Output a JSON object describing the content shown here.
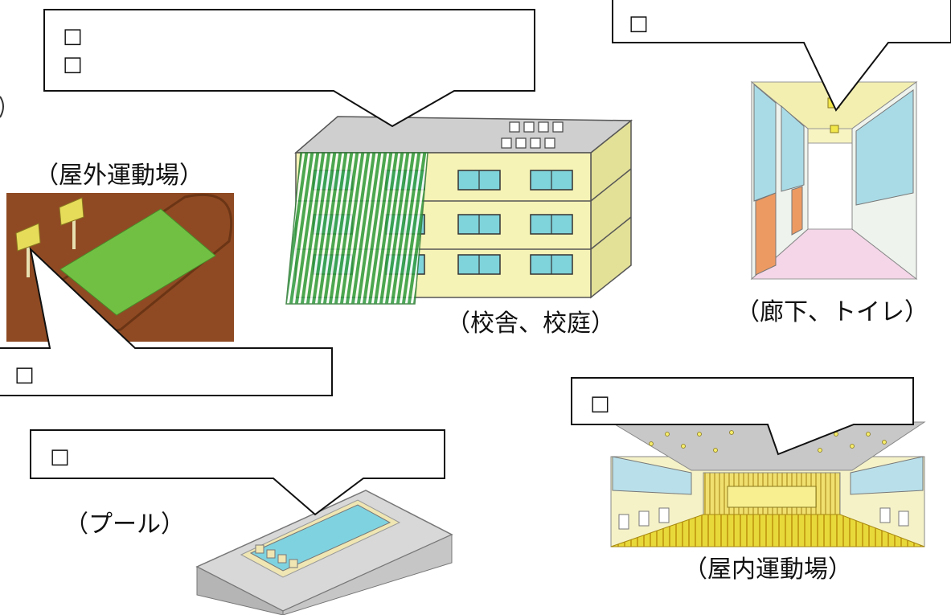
{
  "labels": {
    "outdoor_ground": "（屋外運動場）",
    "school_building": "（校舎、校庭）",
    "corridor_toilet": "（廊下、トイレ）",
    "pool": "（プール）",
    "gymnasium": "（屋内運動場）"
  },
  "callouts": {
    "school_building": [
      "□",
      "□"
    ],
    "corridor": [
      "□"
    ],
    "outdoor_ground": [
      "□"
    ],
    "pool": [
      "□"
    ],
    "gymnasium": [
      "□"
    ]
  }
}
